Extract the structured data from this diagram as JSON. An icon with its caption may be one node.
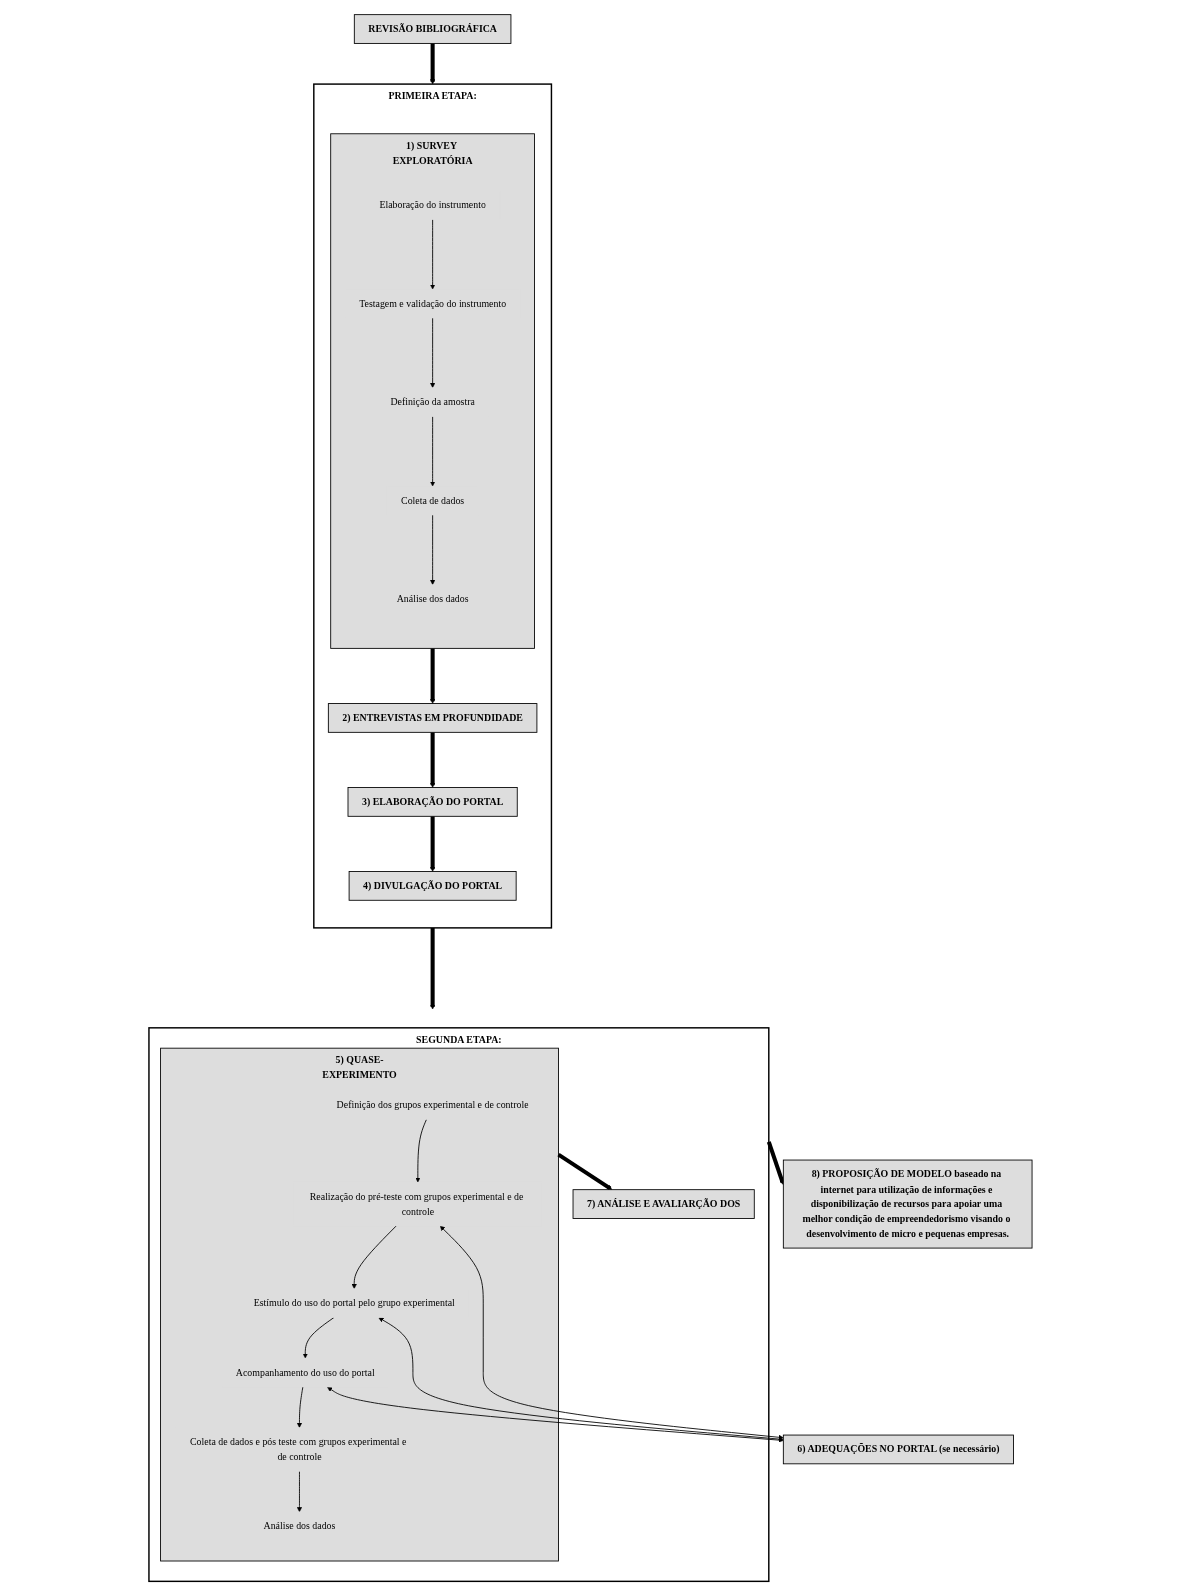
{
  "diagram": {
    "nodes": [
      {
        "text": [
          "REVISÃO BIBLIOGRÁFICA"
        ]
      },
      {
        "text": [
          "PRIMEIRA ETAPA:"
        ]
      },
      {
        "text": [
          "1) SURVEY EXPLORATÓRIA"
        ],
        "in": 1
      },
      {
        "text": [
          "Elaboração do instrumento"
        ],
        "in": 2
      },
      {
        "text": [
          "Testagem e validação do instrumento"
        ],
        "in": 2
      },
      {
        "text": [
          "Definição da amostra"
        ],
        "in": 2
      },
      {
        "text": [
          "Coleta de dados"
        ],
        "in": 2
      },
      {
        "text": [
          "Análise dos dados"
        ],
        "in": 2
      },
      {
        "text": [
          "2) ENTREVISTAS EM PROFUNDIDADE"
        ],
        "in": 1
      },
      {
        "text": [
          "3) ELABORAÇÃO DO PORTAL"
        ],
        "in": 1
      },
      {
        "text": [
          "4) DIVULGAÇÃO DO PORTAL"
        ],
        "in": 1
      },
      {
        "text": [
          "SEGUNDA ETAPA:"
        ]
      },
      {
        "text": [
          "5) QUASE-EXPERIMENTO"
        ],
        "in": 11
      },
      {
        "text": [
          "Definição dos grupos experimental e de controle"
        ],
        "in": 12
      },
      {
        "text": [
          "Realização do pré-teste com grupos experimental e de controle"
        ],
        "in": 12
      },
      {
        "text": [
          "Estímulo do uso do portal pelo grupo experimental"
        ],
        "in": 12
      },
      {
        "text": [
          "Acompanhamento do uso do portal"
        ],
        "in": 12
      },
      {
        "text": [
          "Coleta de dados e pós teste com grupos experimental e de controle"
        ],
        "in": 12
      },
      {
        "text": [
          "Análise dos dados"
        ],
        "in": 12
      },
      {
        "text": [
          "6) ADEQUAÇÕES NO PORTAL (se necessário)"
        ]
      },
      {
        "text": [
          "7) ANÁLISE E AVALIARÇÃO DOS"
        ],
        "in": 11
      },
      {
        "text": [
          "8) PROPOSIÇÃO DE MODELO baseado na internet para utilização de informações e disponibilização de recursos para apoiar uma melhor condição de empreendedorismo visando o desenvolvimento de micro e pequenas empresas."
        ]
      }
    ],
    "edges": [
      {
        "from": 0,
        "to": 1,
        "arrow": "to",
        "style": "thick"
      },
      {
        "from": 3,
        "to": 4,
        "arrow": "to"
      },
      {
        "from": 4,
        "to": 5,
        "arrow": "to"
      },
      {
        "from": 5,
        "to": 6,
        "arrow": "to"
      },
      {
        "from": 6,
        "to": 7,
        "arrow": "to"
      },
      {
        "from": 2,
        "to": 8,
        "arrow": "to",
        "style": "thick"
      },
      {
        "from": 8,
        "to": 9,
        "arrow": "to",
        "style": "thick"
      },
      {
        "from": 9,
        "to": 10,
        "arrow": "to",
        "style": "thick"
      },
      {
        "from": 1,
        "to": 11,
        "arrow": "to",
        "style": "thick"
      },
      {
        "from": 13,
        "to": 14,
        "arrow": "to"
      },
      {
        "from": 14,
        "to": 15,
        "arrow": "to"
      },
      {
        "from": 15,
        "to": 16,
        "arrow": "to"
      },
      {
        "from": 16,
        "to": 17,
        "arrow": "to"
      },
      {
        "from": 17,
        "to": 18,
        "arrow": "to"
      },
      {
        "from": 14,
        "to": 19,
        "arrow": "both"
      },
      {
        "from": 15,
        "to": 19,
        "arrow": "both"
      },
      {
        "from": 16,
        "to": 19,
        "arrow": "both"
      },
      {
        "from": 12,
        "to": 20,
        "arrow": "to",
        "style": "thick"
      },
      {
        "from": 11,
        "to": 21,
        "arrow": "to",
        "style": "thick"
      }
    ]
  }
}
